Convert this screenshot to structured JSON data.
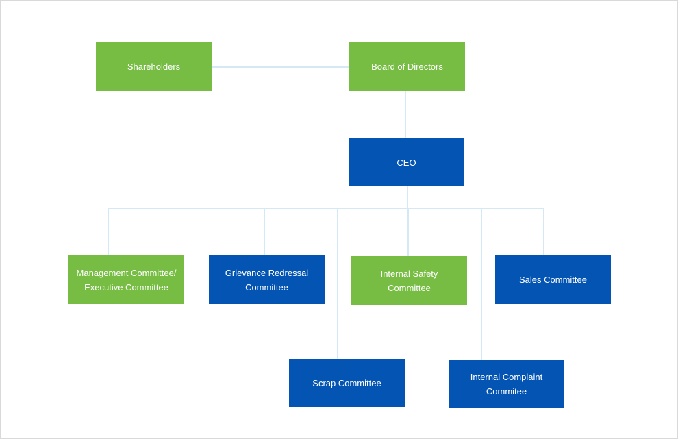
{
  "colors": {
    "green": "#77bd43",
    "blue": "#0455b3",
    "connector": "#d4e8f6",
    "border": "#d9d9d9"
  },
  "nodes": {
    "shareholders": {
      "label": "Shareholders",
      "color": "green"
    },
    "board": {
      "label": "Board of Directors",
      "color": "green"
    },
    "ceo": {
      "label": "CEO",
      "color": "blue"
    },
    "management": {
      "line1": "Management Committee/",
      "line2": "Executive Committee",
      "color": "green"
    },
    "grievance": {
      "line1": "Grievance Redressal",
      "line2": "Committee",
      "color": "blue"
    },
    "internal_safety": {
      "line1": "Internal Safety",
      "line2": "Committee",
      "color": "green"
    },
    "sales": {
      "label": "Sales Committee",
      "color": "blue"
    },
    "scrap": {
      "label": "Scrap Committee",
      "color": "blue"
    },
    "internal_complaint": {
      "line1": "Internal Complaint",
      "line2": "Commitee",
      "color": "blue"
    }
  }
}
